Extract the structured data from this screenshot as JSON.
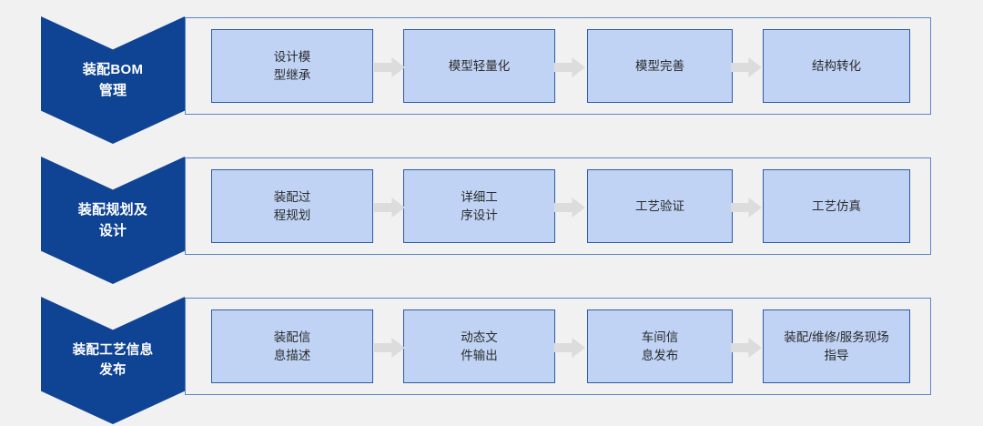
{
  "diagram": {
    "type": "process-flow",
    "title": "",
    "colors": {
      "background": "#f1f1f1",
      "banner_fill": "#0f4394",
      "banner_text": "#ffffff",
      "step_fill": "#c0d3f4",
      "step_border": "#2a5caa",
      "container_border": "#5b86c8",
      "arrow_fill": "#dcdcdc",
      "step_text": "#2b2b2b"
    },
    "rows": [
      {
        "banner": "装配BOM\n管理",
        "steps": [
          {
            "label": "设计模\n型继承"
          },
          {
            "label": "模型轻量化"
          },
          {
            "label": "模型完善"
          },
          {
            "label": "结构转化"
          }
        ],
        "connectors": [
          "arrow-right-icon",
          "arrow-right-icon",
          "arrow-right-icon"
        ]
      },
      {
        "banner": "装配规划及\n设计",
        "steps": [
          {
            "label": "装配过\n程规划"
          },
          {
            "label": "详细工\n序设计"
          },
          {
            "label": "工艺验证"
          },
          {
            "label": "工艺仿真"
          }
        ],
        "connectors": [
          "arrow-right-icon",
          "arrow-right-icon",
          "arrow-right-icon"
        ]
      },
      {
        "banner": "装配工艺信息\n发布",
        "steps": [
          {
            "label": "装配信\n息描述"
          },
          {
            "label": "动态文\n件输出"
          },
          {
            "label": "车间信\n息发布"
          },
          {
            "label": "装配/维修/服务现场\n指导"
          }
        ],
        "connectors": [
          "arrow-right-icon",
          "arrow-right-icon",
          "arrow-right-icon"
        ]
      }
    ]
  }
}
